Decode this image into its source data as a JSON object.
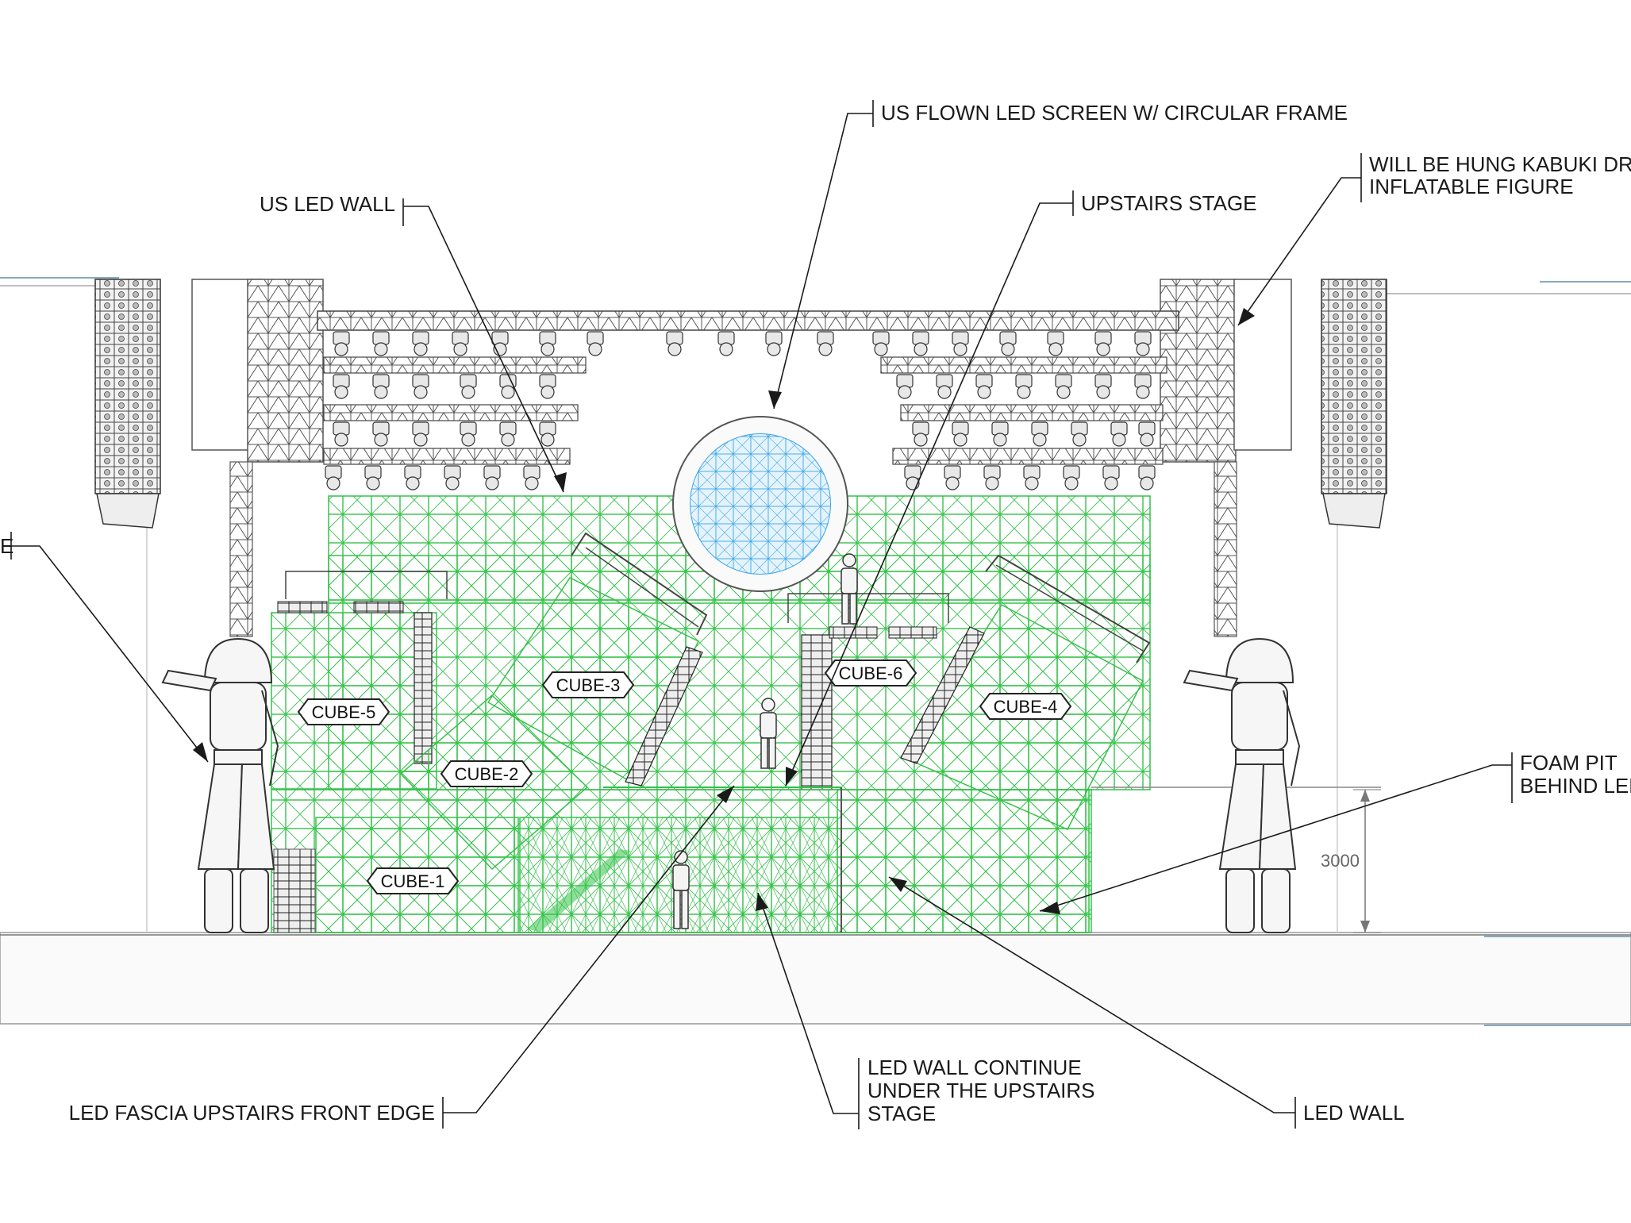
{
  "callouts": {
    "us_flown_screen": "US FLOWN LED SCREEN W/ CIRCULAR FRAME",
    "kabuki_line1": "WILL BE HUNG KABUKI DRA",
    "kabuki_line2": "INFLATABLE FIGURE",
    "us_led_wall": "US LED WALL",
    "upstairs_stage": "UPSTAIRS STAGE",
    "left_cut": "E",
    "foam_line1": "FOAM PIT",
    "foam_line2": "BEHIND LED",
    "led_fascia": "LED FASCIA UPSTAIRS FRONT EDGE",
    "led_continue_line1": "LED WALL CONTINUE",
    "led_continue_line2": "UNDER THE UPSTAIRS",
    "led_continue_line3": "STAGE",
    "led_wall": "LED WALL"
  },
  "cubes": {
    "c1": "CUBE-1",
    "c2": "CUBE-2",
    "c3": "CUBE-3",
    "c4": "CUBE-4",
    "c5": "CUBE-5",
    "c6": "CUBE-6"
  },
  "dimension": "3000",
  "colors": {
    "led_green": "#35c24a",
    "screen_blue": "#3ba4e8",
    "ink": "#1a1a1a",
    "grey": "#8a8a8a"
  }
}
